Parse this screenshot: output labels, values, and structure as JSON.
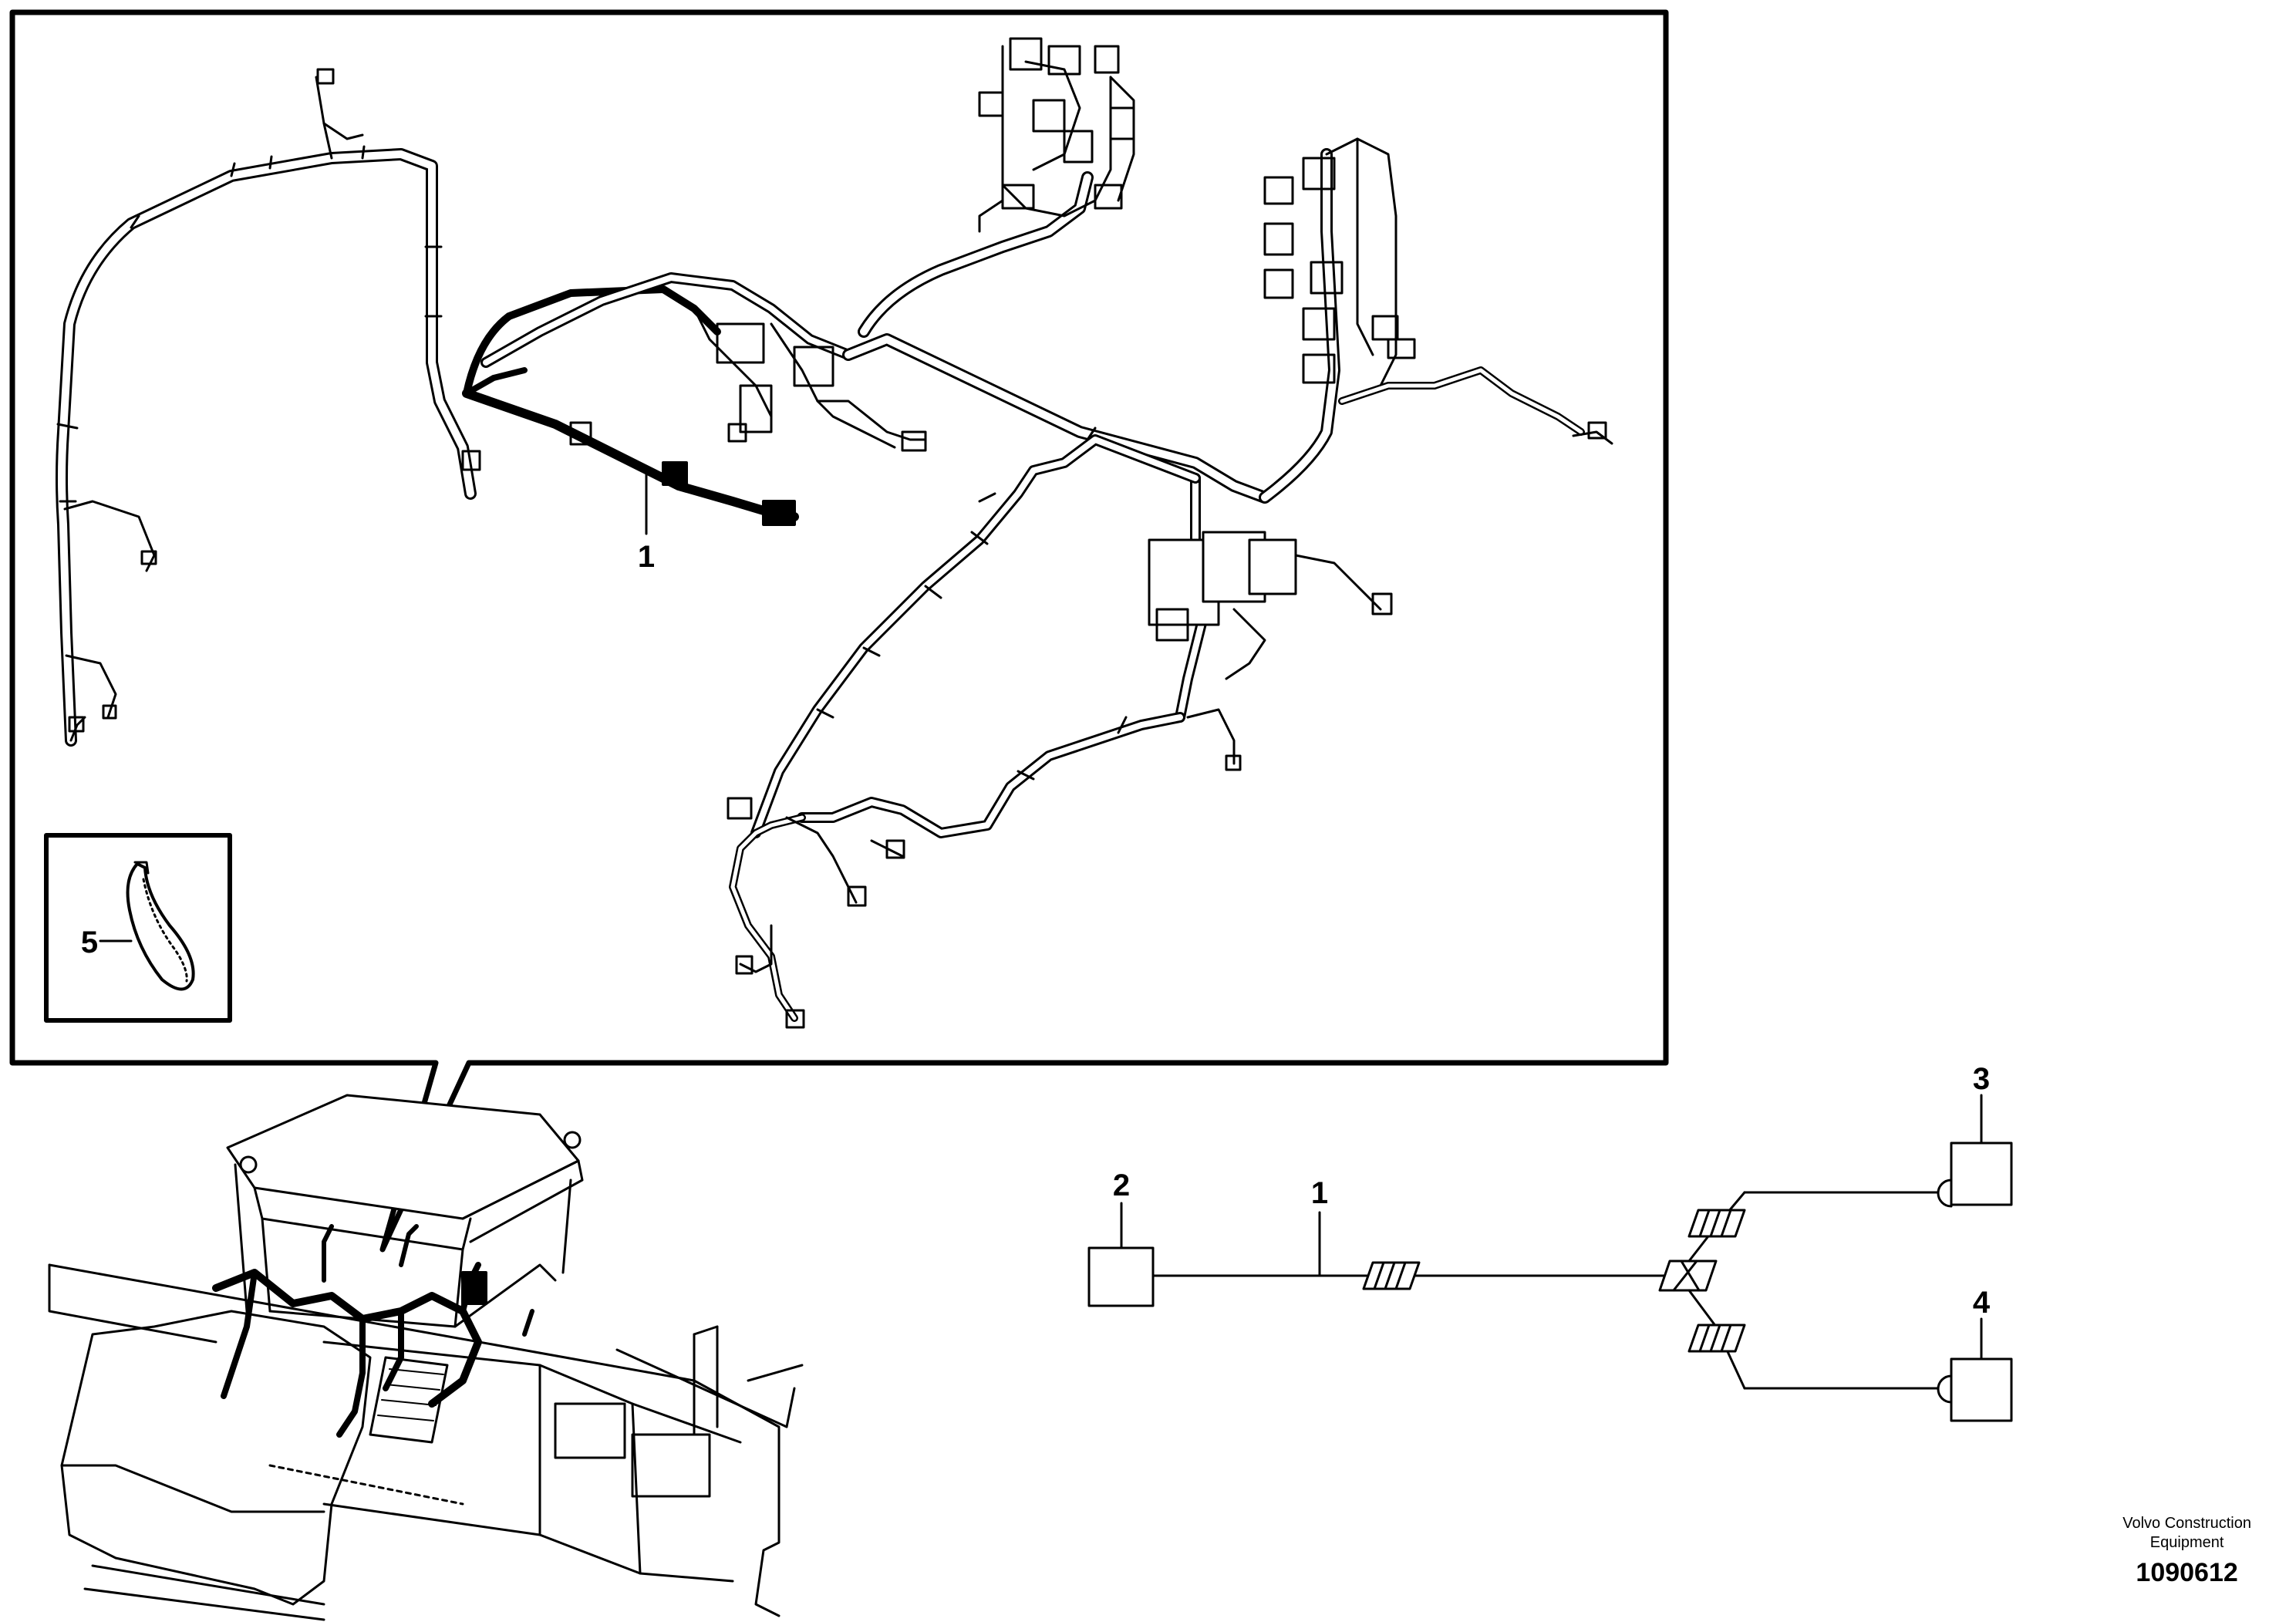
{
  "callouts": {
    "harness_main": "1",
    "cable_tie": "5",
    "schematic_cable": "1",
    "schematic_unit": "2",
    "schematic_upper_connector": "3",
    "schematic_lower_connector": "4"
  },
  "footer": {
    "brand_line1": "Volvo Construction",
    "brand_line2": "Equipment",
    "doc_number": "1090612"
  }
}
